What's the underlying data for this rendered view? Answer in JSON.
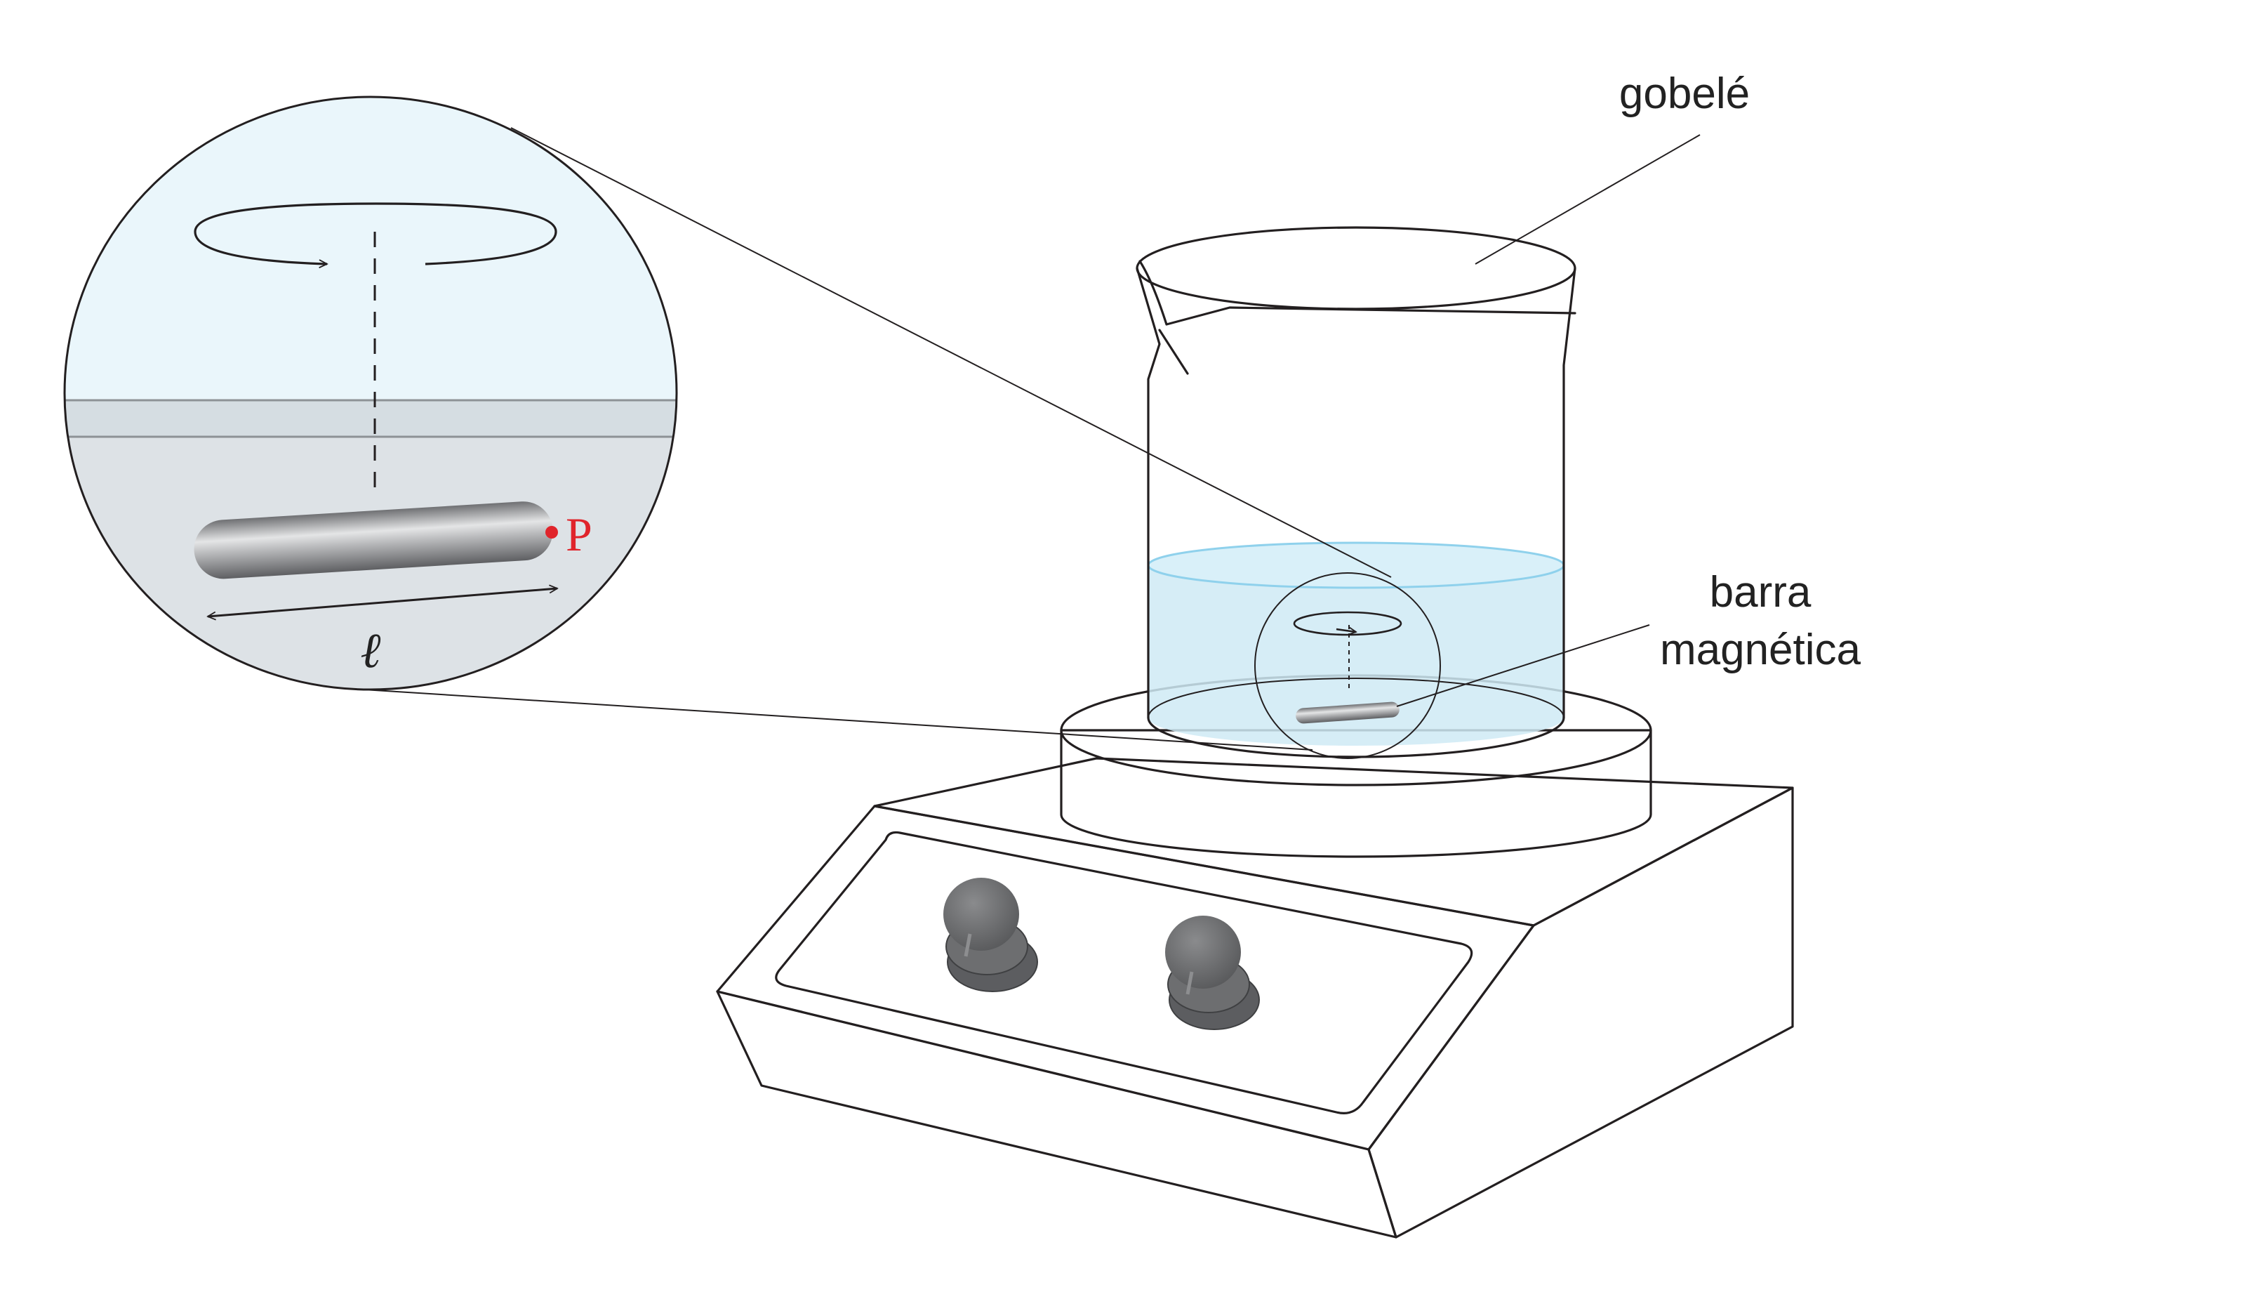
{
  "labels": {
    "beaker": "gobelé",
    "stir_bar_line1": "barra",
    "stir_bar_line2": "magnética",
    "point": "P",
    "length": "ℓ"
  },
  "colors": {
    "outline": "#231f20",
    "device_body": "#dcdddf",
    "device_front": "#d3d4d6",
    "liquid": "#cfeaf5",
    "liquid_surface": "#8fd1ec",
    "zoom_air": "#eaf6fb",
    "zoom_liquid": "#dde2e6",
    "point_marker": "#e0242b",
    "knob": "#6d6e70"
  }
}
